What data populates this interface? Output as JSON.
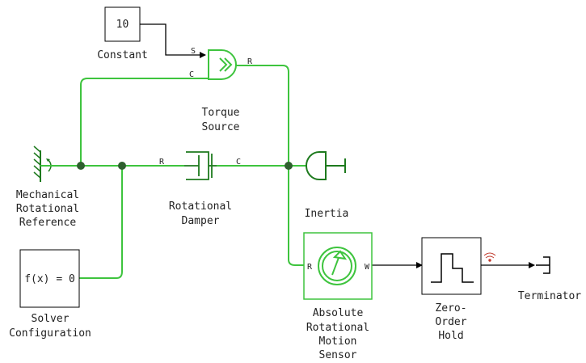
{
  "colors": {
    "physical": "#3ec43e",
    "physical_dark": "#1e7a1e",
    "signal": "#000000",
    "junction": "#2f5f2f",
    "wireless": "#c0392b"
  },
  "blocks": {
    "constant": {
      "value": "10",
      "name": "Constant"
    },
    "torque_source": {
      "name_line1": "Torque",
      "name_line2": "Source",
      "port_s": "S",
      "port_r": "R",
      "port_c": "C"
    },
    "mech_ref": {
      "name_line1": "Mechanical",
      "name_line2": "Rotational",
      "name_line3": "Reference"
    },
    "damper": {
      "name_line1": "Rotational",
      "name_line2": "Damper",
      "port_r": "R",
      "port_c": "C"
    },
    "inertia": {
      "name": "Inertia"
    },
    "solver": {
      "expr": "f(x) = 0",
      "name_line1": "Solver",
      "name_line2": "Configuration"
    },
    "sensor": {
      "name_line1": "Absolute",
      "name_line2": "Rotational",
      "name_line3": "Motion",
      "name_line4": "Sensor",
      "port_r": "R",
      "port_w": "W"
    },
    "zoh": {
      "name_line1": "Zero-",
      "name_line2": "Order",
      "name_line3": "Hold"
    },
    "terminator": {
      "name": "Terminator"
    }
  }
}
